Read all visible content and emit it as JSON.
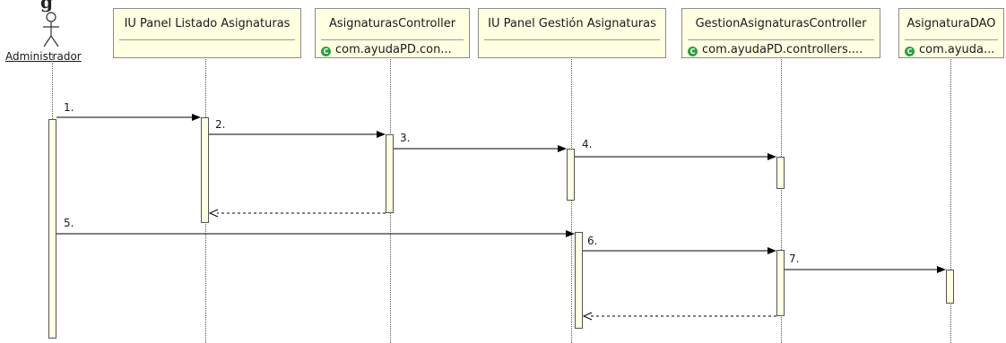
{
  "diagram": {
    "title_fragment": "g"
  },
  "actor": {
    "name": "Administrador"
  },
  "participants": [
    {
      "name": "IU Panel Listado Asignaturas",
      "package": ""
    },
    {
      "name": "AsignaturasController",
      "package": "com.ayudaPD.con..."
    },
    {
      "name": "IU Panel Gestión Asignaturas",
      "package": ""
    },
    {
      "name": "GestionAsignaturasController",
      "package": "com.ayudaPD.controllers...."
    },
    {
      "name": "AsignaturaDAO",
      "package": "com.ayuda..."
    }
  ],
  "messages": [
    {
      "label": "1.",
      "kind": "call"
    },
    {
      "label": "2.",
      "kind": "call"
    },
    {
      "label": "3.",
      "kind": "call"
    },
    {
      "label": "4.",
      "kind": "call"
    },
    {
      "label": "",
      "kind": "return"
    },
    {
      "label": "5.",
      "kind": "call"
    },
    {
      "label": "6.",
      "kind": "call"
    },
    {
      "label": "7.",
      "kind": "call"
    },
    {
      "label": "",
      "kind": "return"
    }
  ],
  "colors": {
    "box_fill": "#ffffe1",
    "box_border": "#8c8c8c",
    "package_icon": "#2f9e44",
    "line": "#000000"
  },
  "icons": {
    "actor": "stick-figure-icon",
    "package": "class-circle-icon"
  }
}
